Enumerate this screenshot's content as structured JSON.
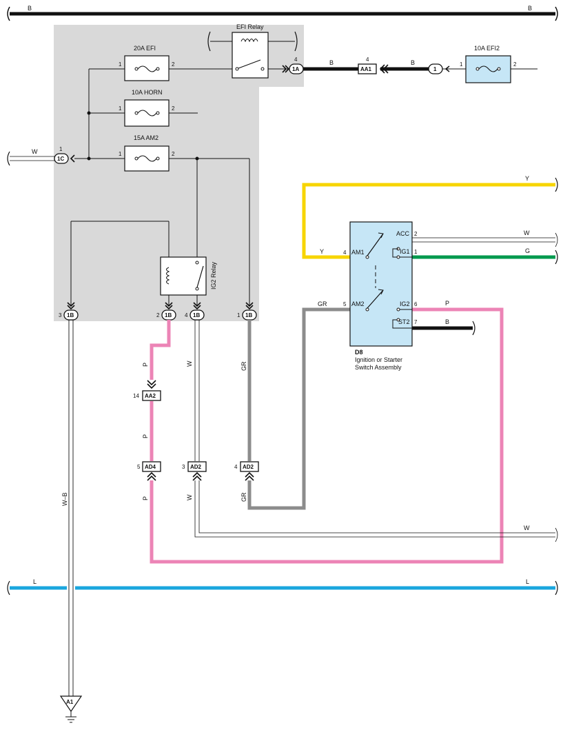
{
  "wire_colors": {
    "B": "#111111",
    "W": "#ffffff",
    "Y": "#f7d500",
    "G": "#009a4e",
    "GR": "#8c8c8c",
    "P": "#ec84b6",
    "L": "#1aa6de"
  },
  "fill_colors": {
    "box_grey": "#d9d9d9",
    "component_blue": "#c6e6f6"
  },
  "fuses": {
    "efi_20a": {
      "name": "20A EFI",
      "pin_left": "1",
      "pin_right": "2"
    },
    "horn_10a": {
      "name": "10A HORN",
      "pin_left": "1",
      "pin_right": "2"
    },
    "am2_15a": {
      "name": "15A AM2",
      "pin_left": "1",
      "pin_right": "2"
    },
    "efi2_10a": {
      "name": "10A EFI2",
      "pin_left": "1",
      "pin_right": "2"
    }
  },
  "relays": {
    "efi": "EFI Relay",
    "ig2": "IG2 Relay"
  },
  "switch_assembly": {
    "code": "D8",
    "name_line1": "Ignition or Starter",
    "name_line2": "Switch Assembly",
    "terminals": {
      "am1": {
        "label": "AM1",
        "pin": "4"
      },
      "am2": {
        "label": "AM2",
        "pin": "5"
      },
      "acc": {
        "label": "ACC",
        "pin": "2"
      },
      "ig1": {
        "label": "IG1",
        "pin": "1"
      },
      "ig2": {
        "label": "IG2",
        "pin": "6"
      },
      "st2": {
        "label": "ST2",
        "pin": "7"
      }
    }
  },
  "connectors": {
    "c1c": {
      "code": "1C",
      "pin": "1"
    },
    "c1a": {
      "code": "1A",
      "pin": "4"
    },
    "aa1": {
      "code": "AA1",
      "pin": "4"
    },
    "c1_efi2": {
      "code": "1"
    },
    "b3": {
      "code": "1B",
      "pin": "3"
    },
    "b2": {
      "code": "1B",
      "pin": "2"
    },
    "b4": {
      "code": "1B",
      "pin": "4"
    },
    "b1": {
      "code": "1B",
      "pin": "1"
    },
    "aa2": {
      "code": "AA2",
      "pin": "14"
    },
    "ad4": {
      "code": "AD4",
      "pin": "5"
    },
    "ad2a": {
      "code": "AD2",
      "pin": "3"
    },
    "ad2b": {
      "code": "AD2",
      "pin": "4"
    },
    "ground": {
      "code": "A1"
    }
  },
  "wire_labels": {
    "top_b_left": "B",
    "top_b_right": "B",
    "efi_b1": "B",
    "efi_b2": "B",
    "w_in": "W",
    "y_right": "Y",
    "y_am1": "Y",
    "w_acc": "W",
    "g_ig1": "G",
    "gr_am2": "GR",
    "p_ig2": "P",
    "b_st2": "B",
    "p_v1": "P",
    "p_v2": "P",
    "p_v3": "P",
    "w_v1": "W",
    "w_v2": "W",
    "gr_v1": "GR",
    "gr_v2": "GR",
    "wb": "W–B",
    "w_bottom": "W",
    "l_left": "L",
    "l_right": "L"
  }
}
